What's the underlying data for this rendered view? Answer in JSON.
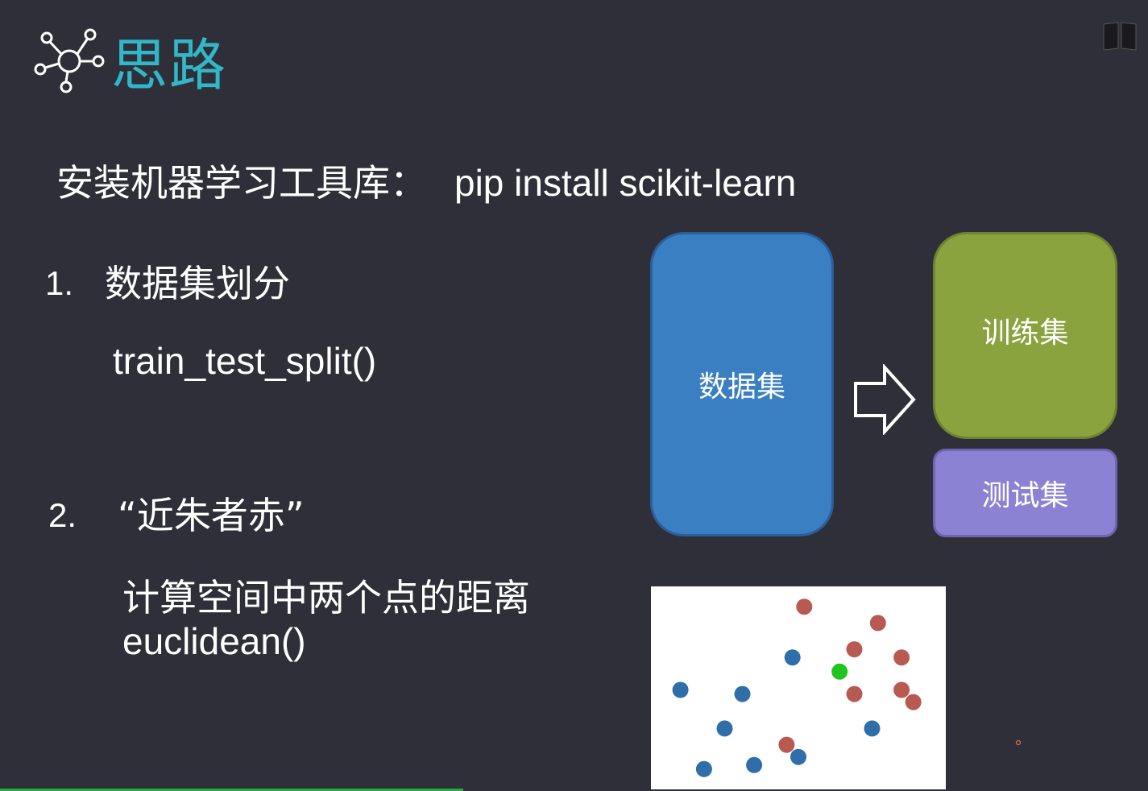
{
  "header": {
    "title": "思路",
    "icon": "network-hub-icon",
    "corner_icon": "book-icon"
  },
  "install_line": {
    "label": "安装机器学习工具库：",
    "command": "pip install scikit-learn"
  },
  "steps": [
    {
      "number": "1.",
      "heading": "数据集划分",
      "function": "train_test_split()"
    },
    {
      "number": "2.",
      "heading": "“近朱者赤”",
      "description": "计算空间中两个点的距离",
      "function": "euclidean()"
    }
  ],
  "split_diagram": {
    "dataset_label": "数据集",
    "train_label": "训练集",
    "test_label": "测试集",
    "arrow_icon": "right-arrow-icon",
    "colors": {
      "dataset": "#3a7fc2",
      "train": "#8ba33f",
      "test": "#8c82d4"
    }
  },
  "scatter": {
    "colors": {
      "blue": "#2f6ea8",
      "red": "#b85a52",
      "green": "#22c41f"
    },
    "points": [
      {
        "x": 0.52,
        "y": 0.1,
        "c": "red"
      },
      {
        "x": 0.77,
        "y": 0.18,
        "c": "red"
      },
      {
        "x": 0.69,
        "y": 0.31,
        "c": "red"
      },
      {
        "x": 0.85,
        "y": 0.35,
        "c": "red"
      },
      {
        "x": 0.48,
        "y": 0.35,
        "c": "blue"
      },
      {
        "x": 0.64,
        "y": 0.42,
        "c": "green"
      },
      {
        "x": 0.1,
        "y": 0.51,
        "c": "blue"
      },
      {
        "x": 0.31,
        "y": 0.53,
        "c": "blue"
      },
      {
        "x": 0.69,
        "y": 0.53,
        "c": "red"
      },
      {
        "x": 0.85,
        "y": 0.51,
        "c": "red"
      },
      {
        "x": 0.89,
        "y": 0.57,
        "c": "red"
      },
      {
        "x": 0.25,
        "y": 0.7,
        "c": "blue"
      },
      {
        "x": 0.75,
        "y": 0.7,
        "c": "blue"
      },
      {
        "x": 0.46,
        "y": 0.78,
        "c": "red"
      },
      {
        "x": 0.5,
        "y": 0.84,
        "c": "blue"
      },
      {
        "x": 0.35,
        "y": 0.88,
        "c": "blue"
      },
      {
        "x": 0.18,
        "y": 0.9,
        "c": "blue"
      }
    ]
  }
}
